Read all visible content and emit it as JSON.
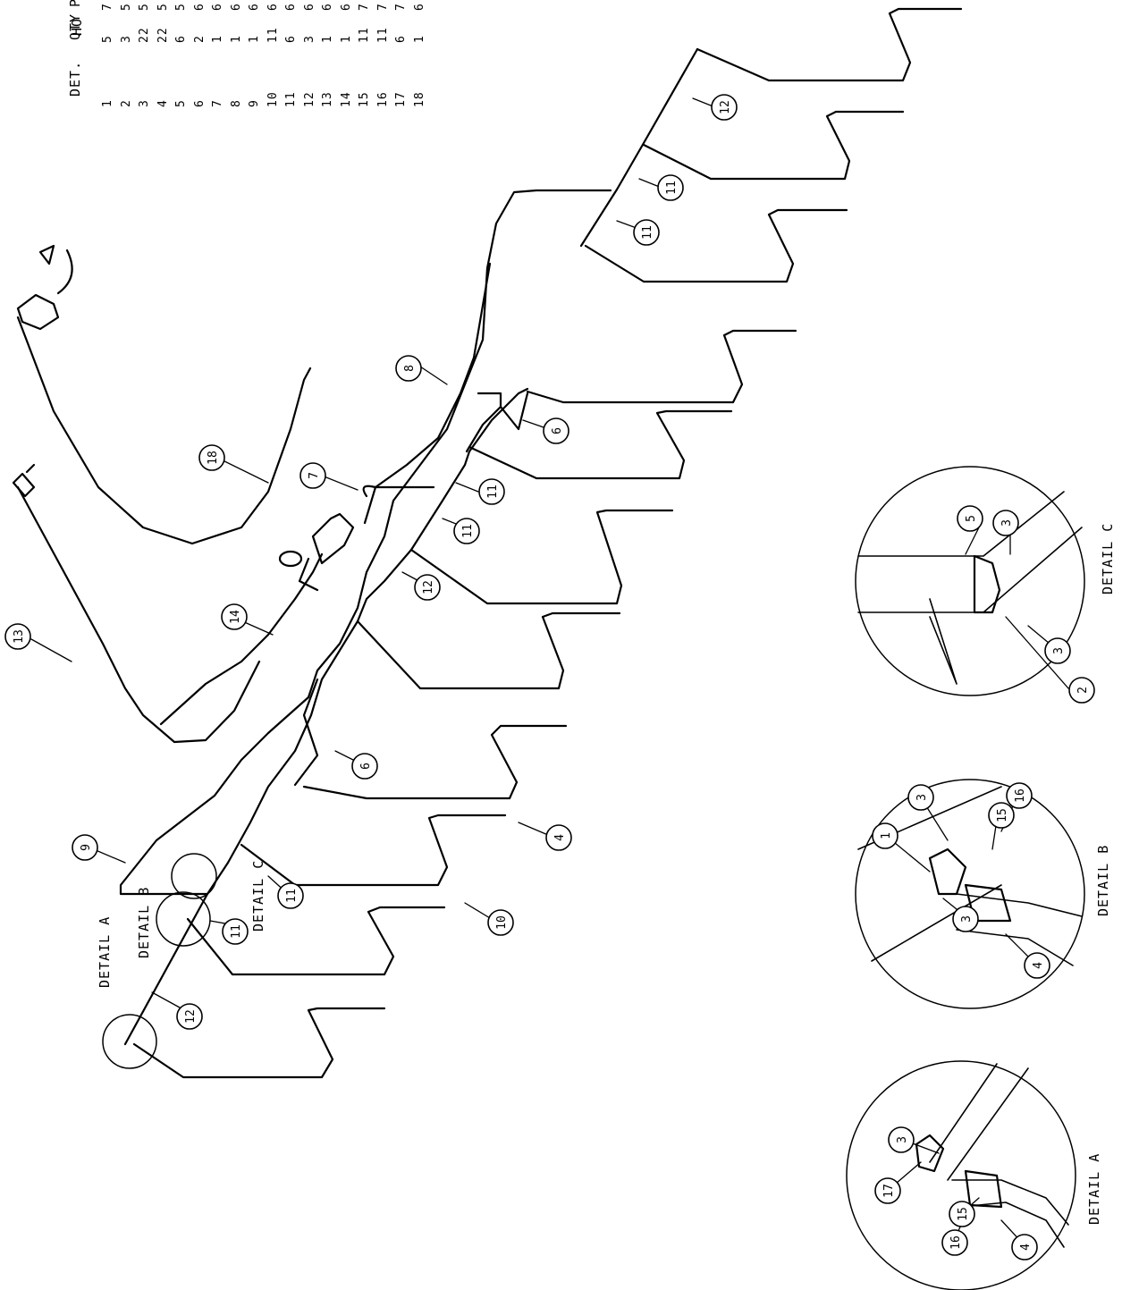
{
  "bom": {
    "header_title_fragment": "HO",
    "columns": [
      "DET.",
      "QTY",
      "P"
    ],
    "rows": [
      {
        "det": "1",
        "qty": "5",
        "p": "7"
      },
      {
        "det": "2",
        "qty": "3",
        "p": "5"
      },
      {
        "det": "3",
        "qty": "22",
        "p": "5"
      },
      {
        "det": "4",
        "qty": "22",
        "p": "5"
      },
      {
        "det": "5",
        "qty": "6",
        "p": "5"
      },
      {
        "det": "6",
        "qty": "2",
        "p": "6"
      },
      {
        "det": "7",
        "qty": "1",
        "p": "6"
      },
      {
        "det": "8",
        "qty": "1",
        "p": "6"
      },
      {
        "det": "9",
        "qty": "1",
        "p": "6"
      },
      {
        "det": "10",
        "qty": "11",
        "p": "6"
      },
      {
        "det": "11",
        "qty": "6",
        "p": "6"
      },
      {
        "det": "12",
        "qty": "3",
        "p": "6"
      },
      {
        "det": "13",
        "qty": "1",
        "p": "6"
      },
      {
        "det": "14",
        "qty": "1",
        "p": "6"
      },
      {
        "det": "15",
        "qty": "11",
        "p": "7"
      },
      {
        "det": "16",
        "qty": "11",
        "p": "7"
      },
      {
        "det": "17",
        "qty": "6",
        "p": "7"
      },
      {
        "det": "18",
        "qty": "1",
        "p": "6"
      }
    ]
  },
  "detail_labels": {
    "a": "DETAIL A",
    "b": "DETAIL B",
    "c": "DETAIL C"
  },
  "callouts": {
    "main": [
      "12",
      "11",
      "11",
      "8",
      "18",
      "7",
      "6",
      "11",
      "11",
      "13",
      "14",
      "12",
      "6",
      "9",
      "11",
      "11",
      "10",
      "4",
      "12"
    ],
    "detail_c": [
      "5",
      "3",
      "3",
      "2"
    ],
    "detail_b": [
      "3",
      "16",
      "15",
      "1",
      "3",
      "4"
    ],
    "detail_a": [
      "3",
      "17",
      "15",
      "16",
      "4"
    ]
  },
  "colors": {
    "line": "#000000",
    "background": "#ffffff"
  }
}
